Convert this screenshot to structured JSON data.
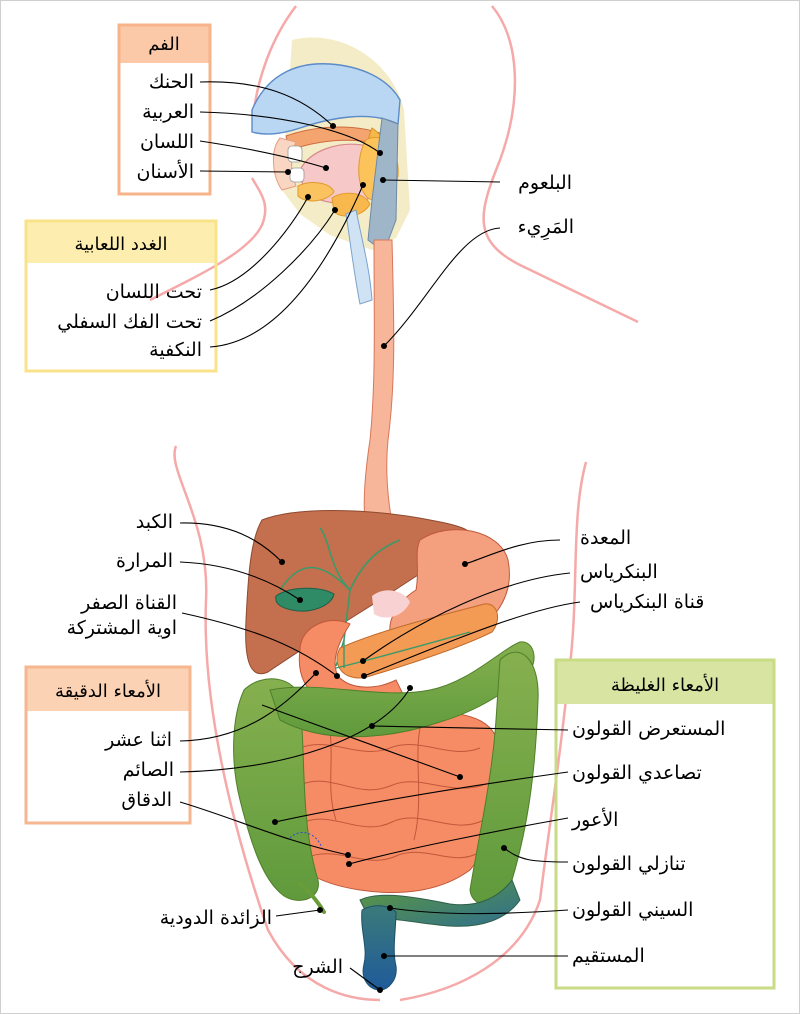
{
  "groups": {
    "mouth": {
      "title": "الفم",
      "items": [
        "الحنك",
        "العربية",
        "اللسان",
        "الأسنان"
      ]
    },
    "salivary": {
      "title": "الغدد اللعابية",
      "items": [
        "تحت اللسان",
        "تحت الفك السفلي",
        "النكفية"
      ]
    },
    "small_intestine": {
      "title": "الأمعاء الدقيقة",
      "items": [
        "اثنا عشر",
        "الصائم",
        "الدقاق"
      ]
    },
    "large_intestine": {
      "title": "الأمعاء الغليظة",
      "items": [
        "المستعرض القولون",
        "تصاعدي القولون",
        "الأعور",
        "تنازلي القولون",
        "السيني القولون",
        "المستقيم"
      ]
    }
  },
  "labels": {
    "pharynx": "البلعوم",
    "esophagus": "المَرِيء",
    "liver": "الكبد",
    "gallbladder": "المرارة",
    "bile_duct_1": "القناة الصفر",
    "bile_duct_2": "اوية المشتركة",
    "stomach": "المعدة",
    "pancreas": "البنكرياس",
    "pancreatic_duct": "قناة البنكرياس",
    "appendix": "الزائدة الدودية",
    "anus": "الشرج"
  },
  "colors": {
    "body_outline": "#f5a9a9",
    "mouth_header": "#fbc8a8",
    "mouth_border": "#f7b48a",
    "salivary_header": "#fdeeb0",
    "salivary_border": "#f8e28a",
    "small_header": "#fcd2b4",
    "small_border": "#f6b690",
    "large_header": "#d8e4a2",
    "large_border": "#c9db84",
    "liver": "#c46f4d",
    "stomach": "#f4a07e",
    "intestine": "#f58c66",
    "colon": "#7aa84a",
    "rectum": "#3f7b8c",
    "bile": "#3a9a6a",
    "esophagus": "#f7b59a"
  }
}
